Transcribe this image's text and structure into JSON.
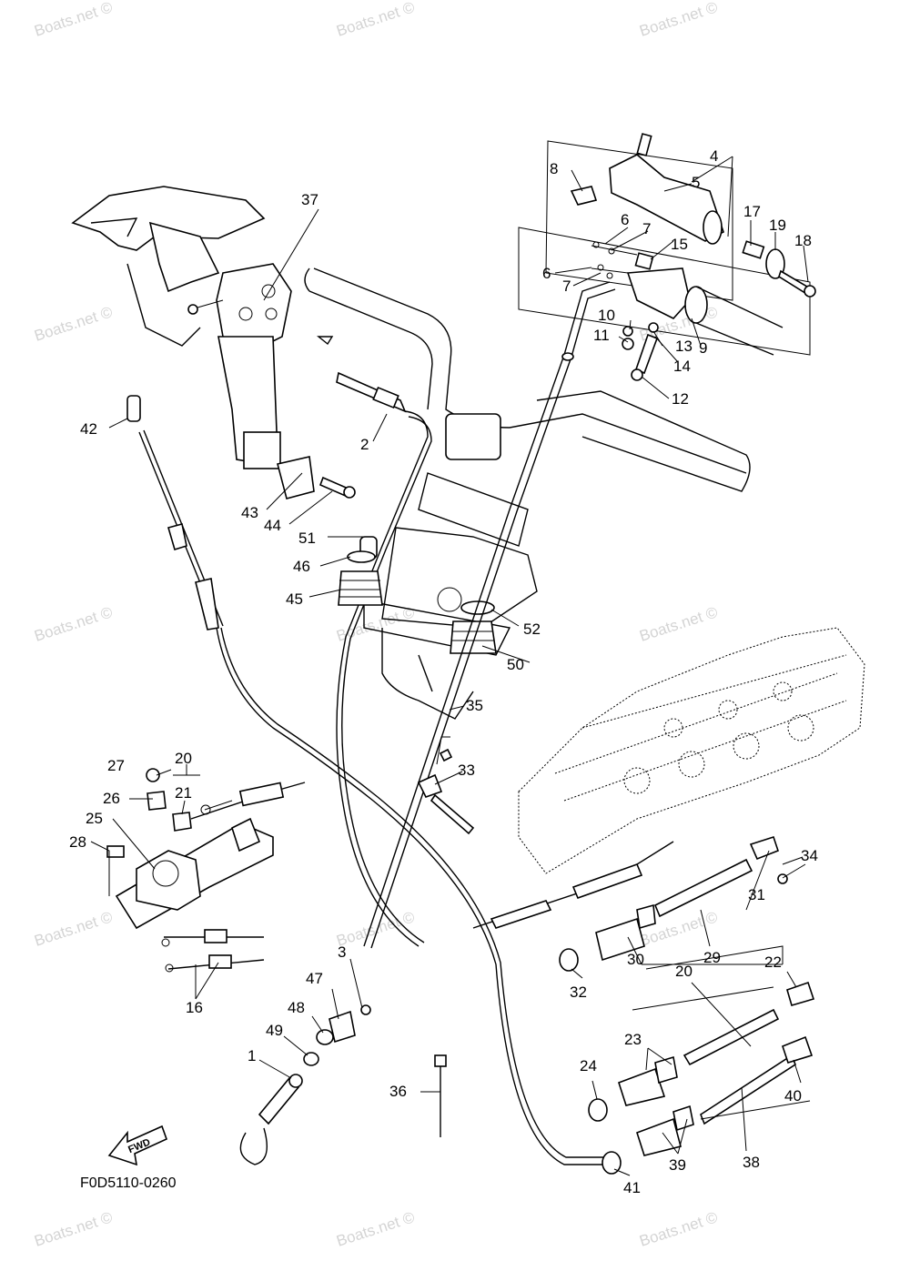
{
  "diagram": {
    "code": "F0D5110-0260",
    "fwd": "FWD",
    "watermark": "Boats.net ©",
    "callouts": [
      "1",
      "2",
      "3",
      "4",
      "5",
      "6",
      "6",
      "7",
      "7",
      "8",
      "9",
      "10",
      "11",
      "12",
      "13",
      "14",
      "15",
      "16",
      "17",
      "18",
      "19",
      "20",
      "20",
      "21",
      "22",
      "23",
      "24",
      "25",
      "26",
      "27",
      "28",
      "29",
      "30",
      "31",
      "32",
      "33",
      "34",
      "35",
      "36",
      "37",
      "38",
      "39",
      "40",
      "41",
      "42",
      "43",
      "44",
      "45",
      "46",
      "47",
      "48",
      "49",
      "50",
      "51",
      "52"
    ]
  }
}
